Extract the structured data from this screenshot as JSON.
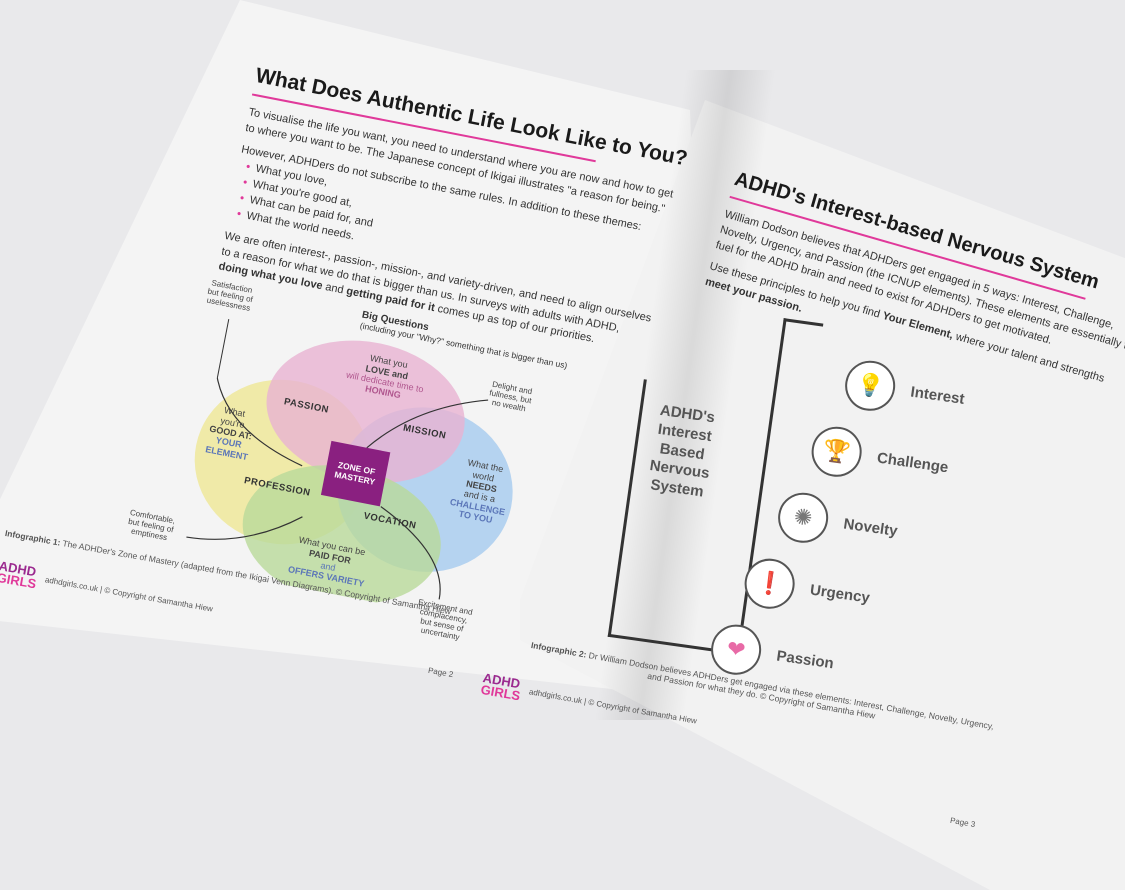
{
  "left_page": {
    "title": "What Does Authentic Life Look Like to You?",
    "intro_line1": "To visualise the life you want, you need to understand where you are now and how to get",
    "intro_line2": "to where you want to be. The Japanese concept of Ikigai illustrates \"a reason for being.\"",
    "however_line": "However, ADHDers do not subscribe to the same rules. In addition to these themes:",
    "bullets": [
      "What you love,",
      "What you're good at,",
      "What can be paid for, and",
      "What the world needs."
    ],
    "para2_line1": "We are often interest-, passion-, mission-, and variety-driven, and need to align ourselves",
    "para2_line2": "to a reason for what we do that is bigger than us. In surveys with adults with ADHD,",
    "para2_line3_a": "doing what you love",
    "para2_line3_b": " and ",
    "para2_line3_c": "getting paid for it",
    "para2_line3_d": " comes up as top of our priorities.",
    "venn_title": "Big Questions",
    "venn_subtitle": "(including your \"Why?\" something that is bigger than us)",
    "circle_love": {
      "l1": "What you",
      "l2": "LOVE and",
      "l3": "will dedicate time to",
      "l4": "HONING"
    },
    "circle_good": {
      "l1": "What",
      "l2": "you're",
      "l3": "GOOD AT:",
      "l4": "YOUR",
      "l5": "ELEMENT"
    },
    "circle_needs": {
      "l1": "What the",
      "l2": "world",
      "l3": "NEEDS",
      "l4": "and is a",
      "l5": "CHALLENGE",
      "l6": "TO YOU"
    },
    "circle_paid": {
      "l1": "What you can be",
      "l2": "PAID FOR",
      "l3": "and",
      "l4": "OFFERS VARIETY"
    },
    "overlaps": {
      "passion": "PASSION",
      "mission": "MISSION",
      "profession": "PROFESSION",
      "vocation": "VOCATION"
    },
    "zone": {
      "l1": "ZONE OF",
      "l2": "MASTERY"
    },
    "callouts": {
      "top_left": [
        "Satisfaction",
        "but feeling of",
        "uselessness"
      ],
      "top_right": [
        "Delight and",
        "fullness, but",
        "no wealth"
      ],
      "bottom_left": [
        "Comfortable,",
        "but feeling of",
        "emptiness"
      ],
      "bottom_right": [
        "Excitement and",
        "complacency,",
        "but sense of",
        "uncertainty"
      ]
    },
    "caption_bold": "Infographic 1:",
    "caption_rest": " The ADHDer's Zone of Mastery (adapted from the Ikigai Venn Diagrams). © Copyright of Samantha Hiew",
    "footer": "adhdgirls.co.uk | © Copyright of Samantha Hiew",
    "page_num": "Page 2",
    "logo_top": "ADHD",
    "logo_bottom": "GIRLS"
  },
  "right_page": {
    "title": "ADHD's Interest-based Nervous System",
    "p1_line1": "William Dodson believes that ADHDers get engaged in 5 ways: Interest, Challenge,",
    "p1_line2": "Novelty, Urgency, and Passion (the ICNUP elements). These elements are essentially the",
    "p1_line3": "fuel for the ADHD brain and need to exist for ADHDers to get motivated.",
    "p2_line1_a": "Use these principles to help you find ",
    "p2_line1_b": "Your Element,",
    "p2_line1_c": " where your talent and strengths",
    "p2_line2": "meet your passion.",
    "stack_title": [
      "ADHD's",
      "Interest",
      "Based",
      "Nervous",
      "System"
    ],
    "elements": [
      {
        "label": "Interest",
        "icon": "💡",
        "icon_name": "lightbulb-icon"
      },
      {
        "label": "Challenge",
        "icon": "🏆",
        "icon_name": "trophy-icon"
      },
      {
        "label": "Novelty",
        "icon": "✺",
        "icon_name": "badge-icon"
      },
      {
        "label": "Urgency",
        "icon": "❗",
        "icon_name": "exclamation-icon"
      },
      {
        "label": "Passion",
        "icon": "❤",
        "icon_name": "person-heart-icon"
      }
    ],
    "caption_bold": "Infographic 2:",
    "caption_rest_l1": " Dr William Dodson believes ADHDers get engaged via these elements: Interest, Challenge, Novelty, Urgency,",
    "caption_rest_l2": "and Passion for what they do. © Copyright of Samantha Hiew",
    "footer": "adhdgirls.co.uk | © Copyright of Samantha Hiew",
    "page_num": "Page 3",
    "logo_top": "ADHD",
    "logo_bottom": "GIRLS"
  },
  "colors": {
    "accent": "#e0399a",
    "zone": "#8a2080",
    "love": "#e9b3d2",
    "good": "#efe89a",
    "paid": "#b9d99a",
    "needs": "#a9cdee"
  }
}
